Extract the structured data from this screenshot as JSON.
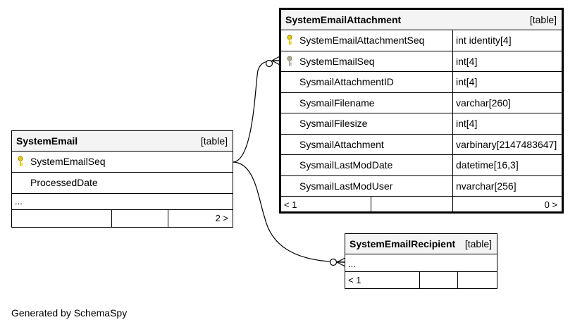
{
  "tables": {
    "attachment": {
      "name": "SystemEmailAttachment",
      "kind": "[table]",
      "columns": [
        {
          "name": "SystemEmailAttachmentSeq",
          "type": "int identity[4]",
          "key": "primary"
        },
        {
          "name": "SystemEmailSeq",
          "type": "int[4]",
          "key": "foreign"
        },
        {
          "name": "SysmailAttachmentID",
          "type": "int[4]",
          "key": ""
        },
        {
          "name": "SysmailFilename",
          "type": "varchar[260]",
          "key": ""
        },
        {
          "name": "SysmailFilesize",
          "type": "int[4]",
          "key": ""
        },
        {
          "name": "SysmailAttachment",
          "type": "varbinary[2147483647]",
          "key": ""
        },
        {
          "name": "SysmailLastModDate",
          "type": "datetime[16,3]",
          "key": ""
        },
        {
          "name": "SysmailLastModUser",
          "type": "nvarchar[256]",
          "key": ""
        }
      ],
      "parents": "< 1",
      "children": "0 >"
    },
    "email": {
      "name": "SystemEmail",
      "kind": "[table]",
      "columns": [
        {
          "name": "SystemEmailSeq",
          "key": "primary"
        },
        {
          "name": "ProcessedDate",
          "key": ""
        }
      ],
      "ellipsis": "...",
      "children": "2 >"
    },
    "recipient": {
      "name": "SystemEmailRecipient",
      "kind": "[table]",
      "ellipsis": "...",
      "parents": "< 1"
    }
  },
  "credit": "Generated by SchemaSpy",
  "colors": {
    "primary_key": "#e6c800",
    "foreign_key": "#a8a8a8",
    "header_bg": "#f4f4f4"
  }
}
